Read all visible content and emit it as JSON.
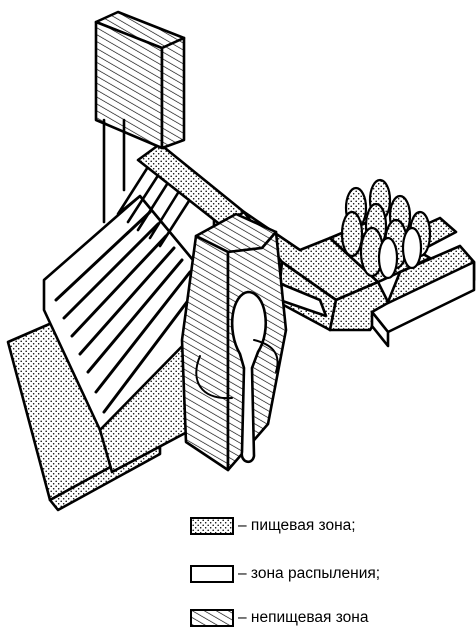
{
  "legend": {
    "items": [
      {
        "key": "food",
        "pattern": "dots",
        "label": "– пищевая зона;"
      },
      {
        "key": "spray",
        "pattern": "none",
        "label": "– зона распыления;"
      },
      {
        "key": "nonfood",
        "pattern": "hatch",
        "label": "– непищевая зона"
      }
    ]
  },
  "colors": {
    "line": "#000000",
    "fill": "#ffffff"
  }
}
